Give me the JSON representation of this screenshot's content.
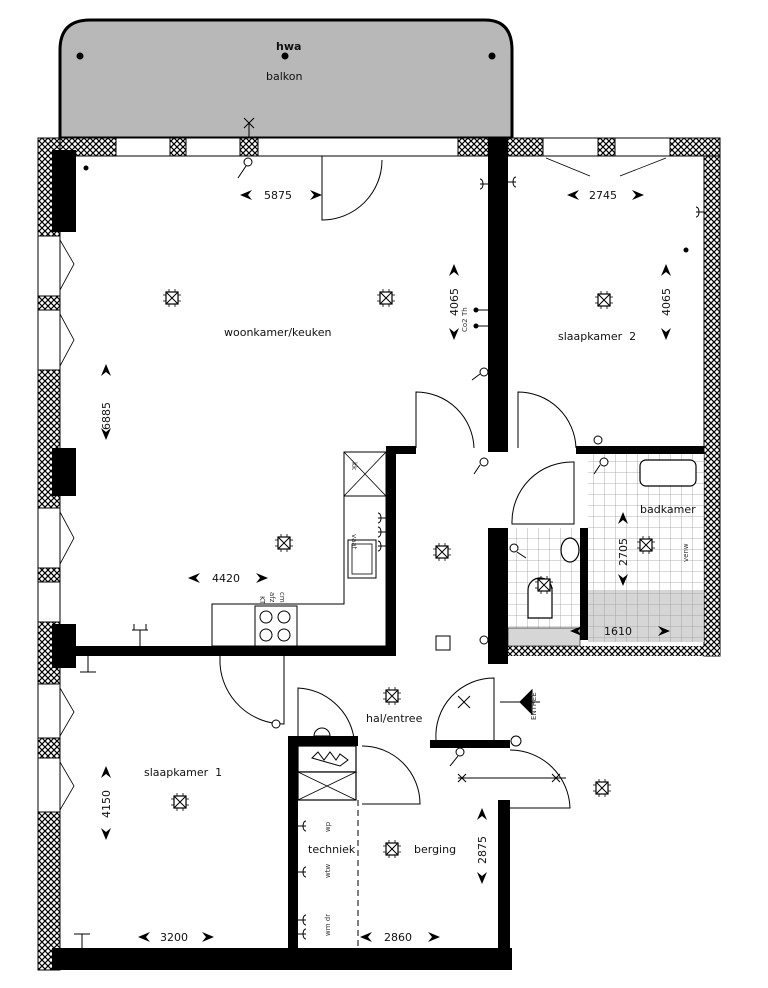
{
  "plan": {
    "colors": {
      "wall": "#000000",
      "balcony_fill": "#b8b8b8",
      "tile_grid": "#9a9a9a",
      "shower_fill": "#d6d6d6",
      "line": "#111111",
      "background": "#ffffff"
    },
    "balcony": {
      "label": "balkon",
      "drain_label": "hwa"
    },
    "rooms": [
      {
        "id": "living",
        "label": "woonkamer/keuken"
      },
      {
        "id": "bed2",
        "label": "slaapkamer  2"
      },
      {
        "id": "bath",
        "label": "badkamer"
      },
      {
        "id": "hall",
        "label": "hal/entree"
      },
      {
        "id": "bed1",
        "label": "slaapkamer  1"
      },
      {
        "id": "tech",
        "label": "techniek"
      },
      {
        "id": "storage",
        "label": "berging"
      }
    ],
    "dimensions": {
      "living_width": "5875",
      "living_depth": "6885",
      "living_kitchen_width": "4420",
      "living_right_depth": "4065",
      "bed2_width": "2745",
      "bed2_depth": "4065",
      "bath_depth": "2705",
      "bath_width": "1610",
      "bed1_depth": "4150",
      "bed1_width": "3200",
      "storage_width": "2860",
      "storage_depth": "2875"
    },
    "annotations": {
      "co2": "Co2",
      "th": "Th",
      "kt": "KT",
      "afz": "afz",
      "cm": "cm",
      "kk": "kk",
      "vaat": "vaat",
      "wp": "wp",
      "wtw": "wtw",
      "wm_dr": "wm dr",
      "venw": "venw",
      "entree": "ENTREE"
    }
  }
}
